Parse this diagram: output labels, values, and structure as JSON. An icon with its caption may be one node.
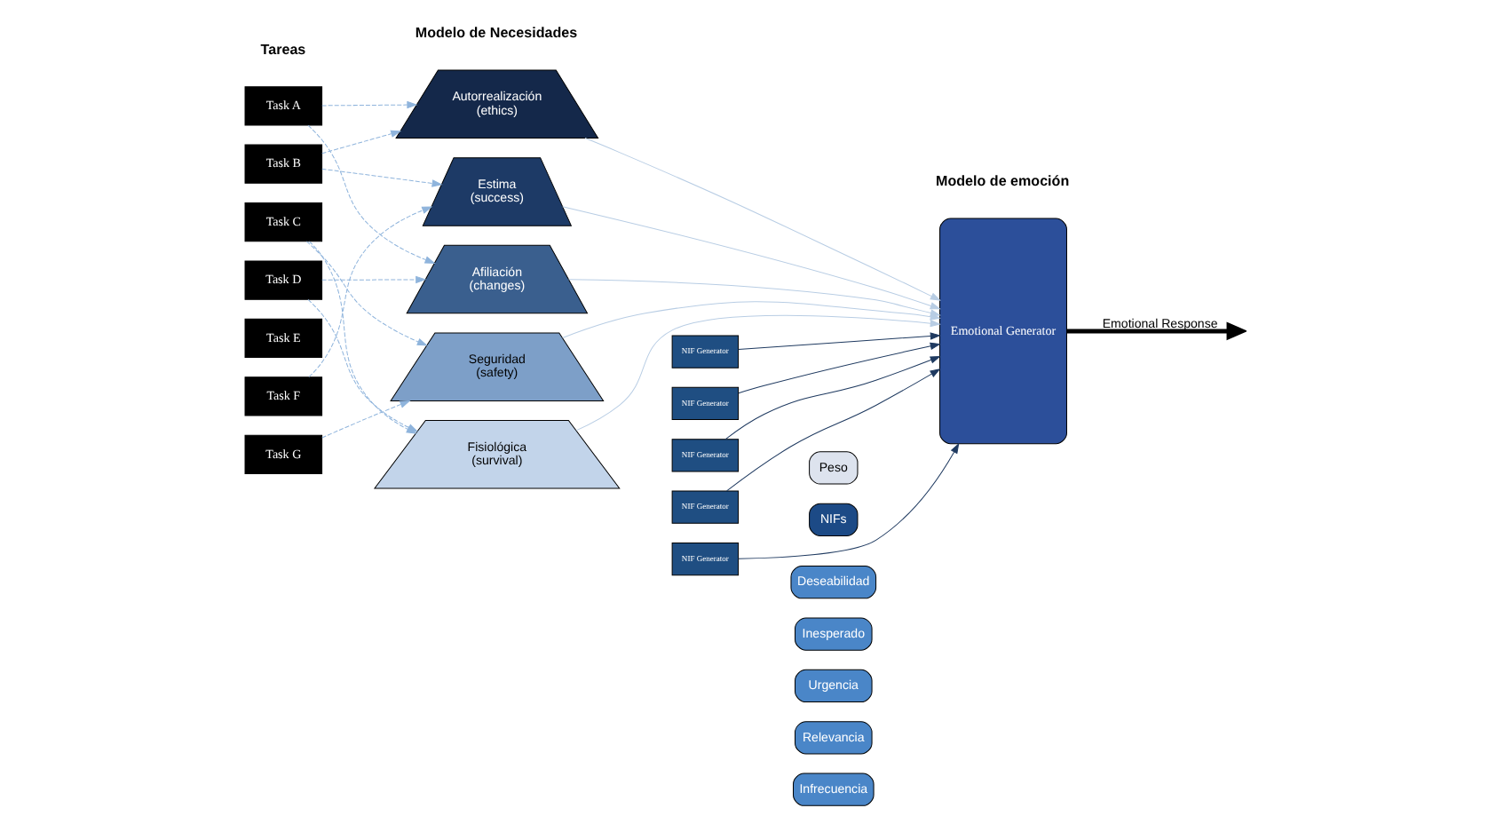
{
  "diagram": {
    "nodes": [
      {
        "text": [
          "Task A"
        ]
      },
      {
        "text": [
          "Task B"
        ]
      },
      {
        "text": [
          "Task C"
        ]
      },
      {
        "text": [
          "Task D"
        ]
      },
      {
        "text": [
          "Task E"
        ]
      },
      {
        "text": [
          "Task F"
        ]
      },
      {
        "text": [
          "Task G"
        ]
      },
      {
        "text": [
          "Autorrealización",
          "(ethics)"
        ]
      },
      {
        "text": [
          "Estima",
          "(success)"
        ]
      },
      {
        "text": [
          "Afiliación",
          "(changes)"
        ]
      },
      {
        "text": [
          "Seguridad",
          "(safety)"
        ]
      },
      {
        "text": [
          "Fisiológica",
          "(survival)"
        ]
      },
      {
        "text": [
          "NIF Generator"
        ]
      },
      {
        "text": [
          "NIF Generator"
        ]
      },
      {
        "text": [
          "NIF Generator"
        ]
      },
      {
        "text": [
          "NIF Generator"
        ]
      },
      {
        "text": [
          "NIF Generator"
        ]
      },
      {
        "text": [
          "Peso"
        ]
      },
      {
        "text": [
          "NIFs"
        ]
      },
      {
        "text": [
          "Deseabilidad"
        ]
      },
      {
        "text": [
          "Inesperado"
        ]
      },
      {
        "text": [
          "Urgencia"
        ]
      },
      {
        "text": [
          "Relevancia"
        ]
      },
      {
        "text": [
          "Infrecuencia"
        ]
      },
      {
        "text": [
          "Emotional Generator"
        ]
      }
    ],
    "edges": [
      {
        "from": 0,
        "to": 7,
        "arrow": "to",
        "style": "dashed",
        "color": "#8fb4dc"
      },
      {
        "from": 0,
        "to": 9,
        "arrow": "to",
        "style": "dashed",
        "color": "#8fb4dc"
      },
      {
        "from": 1,
        "to": 7,
        "arrow": "to",
        "style": "dashed",
        "color": "#8fb4dc"
      },
      {
        "from": 1,
        "to": 8,
        "arrow": "to",
        "style": "dashed",
        "color": "#8fb4dc"
      },
      {
        "from": 2,
        "to": 10,
        "arrow": "to",
        "style": "dashed",
        "color": "#8fb4dc"
      },
      {
        "from": 2,
        "to": 11,
        "arrow": "to",
        "style": "dashed",
        "color": "#8fb4dc"
      },
      {
        "from": 3,
        "to": 9,
        "arrow": "to",
        "style": "dashed",
        "color": "#8fb4dc"
      },
      {
        "from": 3,
        "to": 11,
        "arrow": "to",
        "style": "dashed",
        "color": "#8fb4dc"
      },
      {
        "from": 5,
        "to": 8,
        "arrow": "to",
        "style": "dashed",
        "color": "#8fb4dc"
      },
      {
        "from": 6,
        "to": 10,
        "arrow": "to",
        "style": "dashed",
        "color": "#8fb4dc"
      },
      {
        "from": 7,
        "to": 24,
        "arrow": "to",
        "color": "#b8cde4"
      },
      {
        "from": 8,
        "to": 24,
        "arrow": "to",
        "color": "#b8cde4"
      },
      {
        "from": 9,
        "to": 24,
        "arrow": "to",
        "color": "#b8cde4"
      },
      {
        "from": 10,
        "to": 24,
        "arrow": "to",
        "color": "#b8cde4"
      },
      {
        "from": 11,
        "to": 24,
        "arrow": "to",
        "color": "#b8cde4"
      },
      {
        "from": 12,
        "to": 24,
        "arrow": "to",
        "color": "#1f3a60"
      },
      {
        "from": 13,
        "to": 24,
        "arrow": "to",
        "color": "#1f3a60"
      },
      {
        "from": 14,
        "to": 24,
        "arrow": "to",
        "color": "#1f3a60"
      },
      {
        "from": 15,
        "to": 24,
        "arrow": "to",
        "color": "#1f3a60"
      },
      {
        "from": 16,
        "to": 24,
        "arrow": "to",
        "color": "#1f3a60"
      },
      {
        "from": 24,
        "to": null,
        "arrow": "to",
        "label": "Emotional Response",
        "style": "thick",
        "color": "#000000"
      }
    ],
    "labels": [
      "Tareas",
      "Modelo de Necesidades",
      "Modelo de emoción"
    ]
  }
}
